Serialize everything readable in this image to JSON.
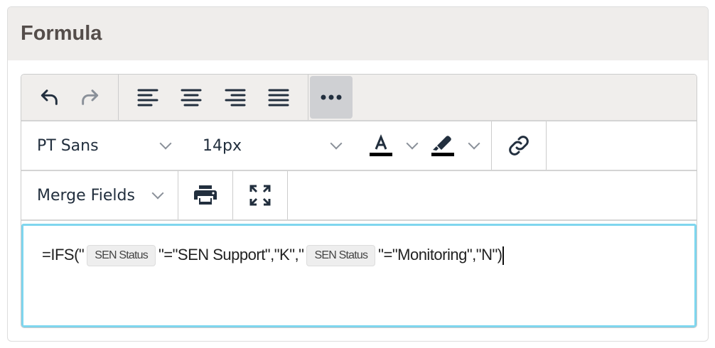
{
  "panel": {
    "title": "Formula"
  },
  "toolbar": {
    "font_family": "PT Sans",
    "font_size": "14px",
    "merge_fields_label": "Merge Fields"
  },
  "formula": {
    "part1": "=IFS(\"",
    "field1": "SEN Status",
    "part2": "\"=\"SEN Support\",\"K\",\"",
    "field2": "SEN Status",
    "part3": "\"=\"Monitoring\",\"N\")"
  },
  "colors": {
    "focus_border": "#7fd6ee",
    "header_bg": "#efedeb",
    "icon": "#222f3e"
  }
}
